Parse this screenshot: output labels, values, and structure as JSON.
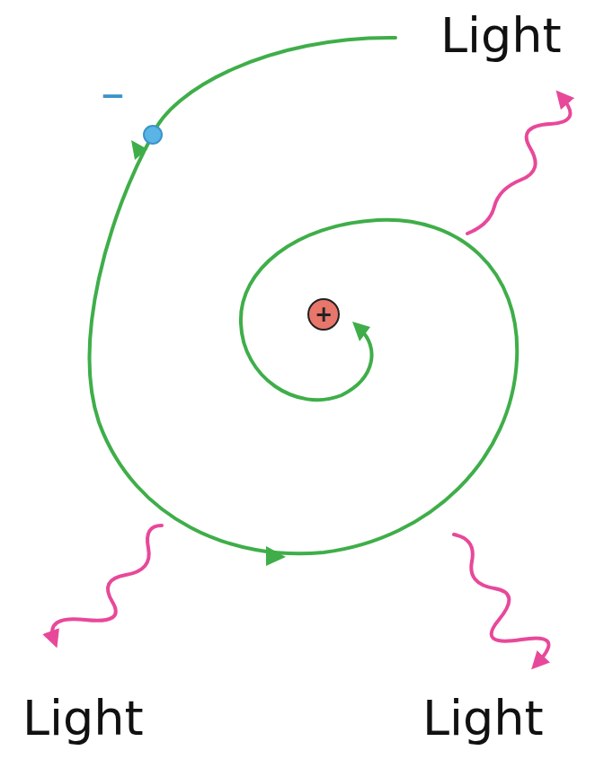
{
  "diagram": {
    "nodes": [
      {
        "text": [
          "−"
        ]
      },
      {
        "text": [
          "+"
        ]
      }
    ],
    "labels": [
      "Light",
      "Light",
      "Light"
    ]
  }
}
